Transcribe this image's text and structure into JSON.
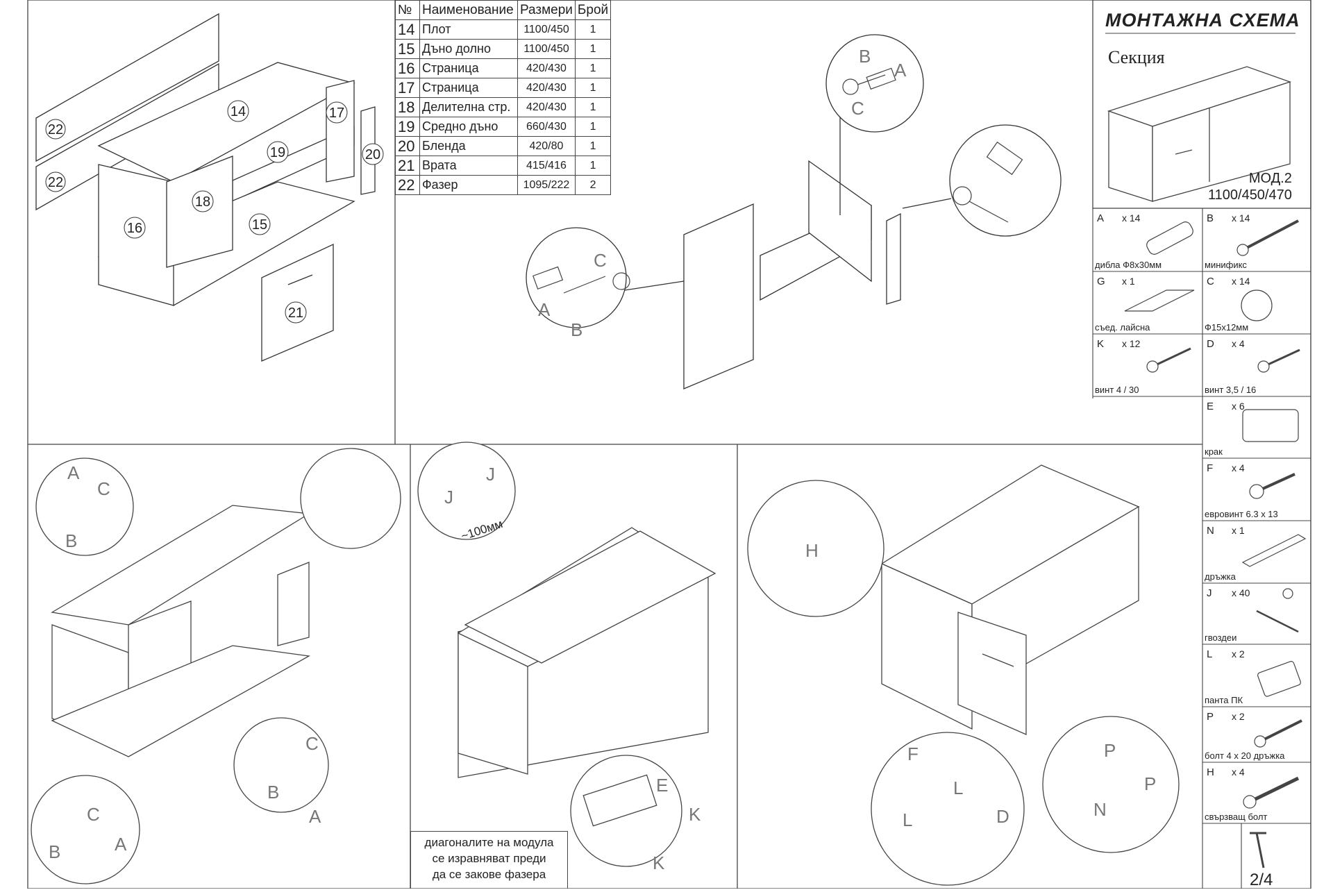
{
  "title": "МОНТАЖНА СХЕМА",
  "section": "Секция",
  "model": {
    "name": "МОД.2",
    "dims": "1100/450/470"
  },
  "parts_table": {
    "headers": [
      "№",
      "Наименование",
      "Размери",
      "Брой"
    ],
    "rows": [
      {
        "no": "14",
        "name": "Плот",
        "size": "1100/450",
        "qty": "1"
      },
      {
        "no": "15",
        "name": "Дъно долно",
        "size": "1100/450",
        "qty": "1"
      },
      {
        "no": "16",
        "name": "Страница",
        "size": "420/430",
        "qty": "1"
      },
      {
        "no": "17",
        "name": "Страница",
        "size": "420/430",
        "qty": "1"
      },
      {
        "no": "18",
        "name": "Делителна стр.",
        "size": "420/430",
        "qty": "1"
      },
      {
        "no": "19",
        "name": "Средно дъно",
        "size": "660/430",
        "qty": "1"
      },
      {
        "no": "20",
        "name": "Бленда",
        "size": "420/80",
        "qty": "1"
      },
      {
        "no": "21",
        "name": "Врата",
        "size": "415/416",
        "qty": "1"
      },
      {
        "no": "22",
        "name": "Фазер",
        "size": "1095/222",
        "qty": "2"
      }
    ]
  },
  "hardware": [
    {
      "letter": "A",
      "qty": "x 14",
      "caption": "дибла  Ф8x30мм",
      "icon": "dowel-icon"
    },
    {
      "letter": "B",
      "qty": "x 14",
      "caption": "минификс",
      "icon": "minifix-bolt-icon"
    },
    {
      "letter": "G",
      "qty": "x 1",
      "caption": "съед. лайсна",
      "icon": "joint-strip-icon"
    },
    {
      "letter": "C",
      "qty": "x 14",
      "caption": "Ф15x12мм",
      "icon": "cam-lock-icon"
    },
    {
      "letter": "K",
      "qty": "x 12",
      "caption": "винт 4 / 30",
      "icon": "screw-icon"
    },
    {
      "letter": "D",
      "qty": "x 4",
      "caption": "винт 3,5 / 16",
      "icon": "screw-icon"
    },
    {
      "letter": "E",
      "qty": "x 6",
      "caption": "крак",
      "icon": "foot-icon"
    },
    {
      "letter": "F",
      "qty": "x 4",
      "caption": "евровинт 6.3 x 13",
      "icon": "euro-screw-icon"
    },
    {
      "letter": "N",
      "qty": "x 1",
      "caption": "дръжка",
      "icon": "handle-icon"
    },
    {
      "letter": "J",
      "qty": "x 40",
      "caption": "гвоздеи",
      "icon": "nail-icon"
    },
    {
      "letter": "L",
      "qty": "x 2",
      "caption": "панта ПК",
      "icon": "hinge-icon"
    },
    {
      "letter": "P",
      "qty": "x 2",
      "caption": "болт  4 x 20 дръжка",
      "icon": "bolt-icon"
    },
    {
      "letter": "H",
      "qty": "x 4",
      "caption": "свързващ болт",
      "icon": "connector-bolt-icon"
    }
  ],
  "exploded_labels": [
    "22",
    "22",
    "14",
    "17",
    "19",
    "20",
    "18",
    "16",
    "15",
    "21"
  ],
  "callout_letters": {
    "top_mid": [
      "B",
      "A",
      "C",
      "A",
      "C",
      "B"
    ],
    "bottom_left": [
      "A",
      "C",
      "B",
      "C",
      "B",
      "A",
      "C",
      "B",
      "A"
    ],
    "bottom_mid": [
      "J",
      "J",
      "E",
      "K",
      "K"
    ],
    "bottom_right": [
      "H",
      "F",
      "L",
      "L",
      "D",
      "P",
      "N",
      "P"
    ]
  },
  "dimension_label": "~100мм",
  "note": [
    "диагоналите на модула",
    "се изравняват преди",
    "да се закове фазера"
  ],
  "page_number": "2/4"
}
